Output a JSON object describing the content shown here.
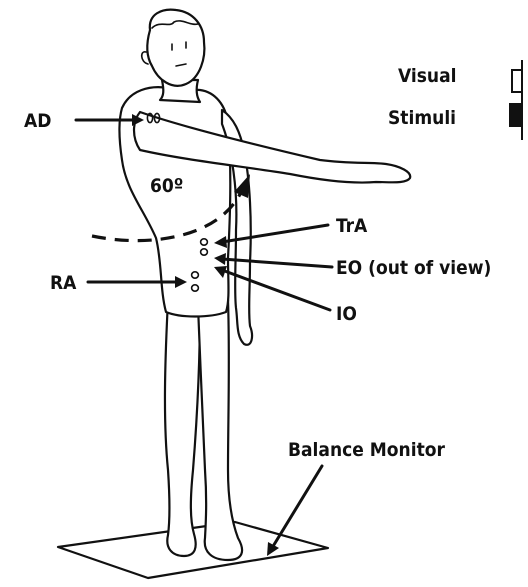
{
  "labels": {
    "ad": "AD",
    "angle": "60º",
    "tra": "TrA",
    "eo": "EO (out of view)",
    "ra": "RA",
    "io": "IO",
    "visual": "Visual",
    "stimuli": "Stimuli",
    "balance_monitor": "Balance Monitor"
  },
  "colors": {
    "ink": "#111111",
    "background": "#ffffff"
  }
}
